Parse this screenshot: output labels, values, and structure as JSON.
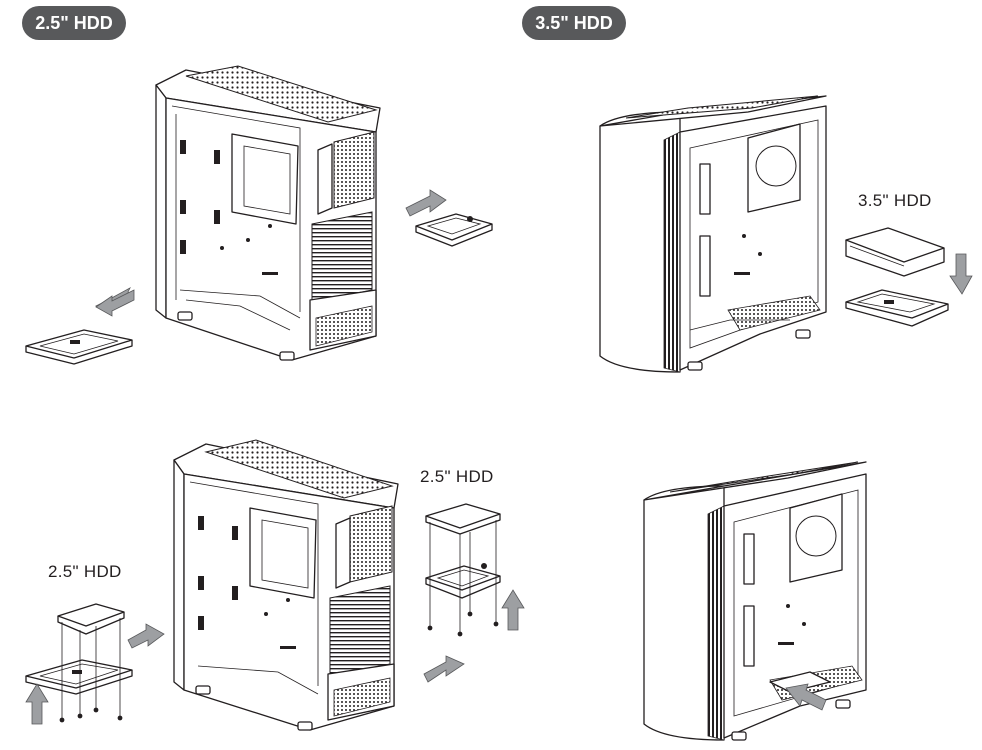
{
  "sections": {
    "left_badge": "2.5\" HDD",
    "right_badge": "3.5\" HDD"
  },
  "captions": {
    "drive_35": "3.5\" HDD",
    "drive_25_upper": "2.5\" HDD",
    "drive_25_lower": "2.5\" HDD"
  },
  "colors": {
    "badge_bg": "#58595b",
    "badge_text": "#ffffff",
    "line_art": "#231f20",
    "arrow_fill": "#9d9fa2"
  }
}
